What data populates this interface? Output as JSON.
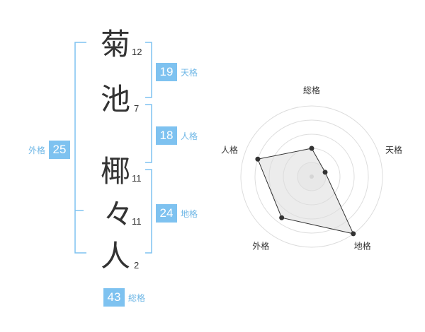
{
  "name_chars": [
    {
      "char": "菊",
      "strokes": "12"
    },
    {
      "char": "池",
      "strokes": "7"
    },
    {
      "char": "椰",
      "strokes": "11"
    },
    {
      "char": "々",
      "strokes": "11"
    },
    {
      "char": "人",
      "strokes": "2"
    }
  ],
  "kaku": {
    "tenkaku": {
      "value": "19",
      "label": "天格"
    },
    "jinkaku": {
      "value": "18",
      "label": "人格"
    },
    "chikaku": {
      "value": "24",
      "label": "地格"
    },
    "gaikaku": {
      "value": "25",
      "label": "外格"
    },
    "soukaku": {
      "value": "43",
      "label": "総格"
    }
  },
  "colors": {
    "accent": "#7ec2f0",
    "accent_text": "#6fb7e6",
    "text": "#333333",
    "ring": "#dddddd",
    "fill": "#eeeeee"
  },
  "chart_data": {
    "type": "radar",
    "axes": [
      "総格",
      "天格",
      "地格",
      "外格",
      "人格"
    ],
    "values": [
      0.4,
      0.2,
      1.0,
      0.72,
      0.8
    ],
    "ring_count": 5
  }
}
